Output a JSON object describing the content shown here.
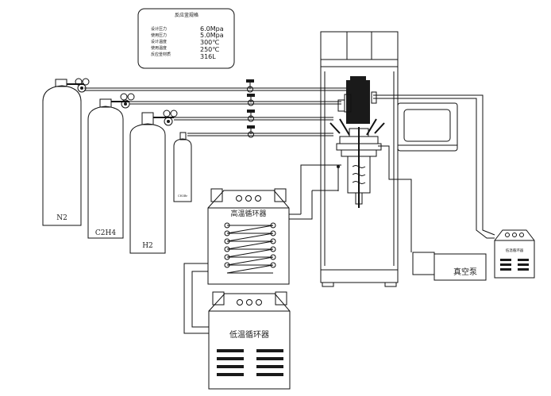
{
  "specs": {
    "title": "反应釜规格",
    "rows": [
      {
        "label": "设计压力",
        "value": "6.0Mpa"
      },
      {
        "label": "使用压力",
        "value": "5.0Mpa"
      },
      {
        "label": "设计温度",
        "value": "300℃"
      },
      {
        "label": "使用温度",
        "value": "250℃"
      },
      {
        "label": "反应釜材质",
        "value": "316L"
      }
    ]
  },
  "cylinders": [
    {
      "label": "N2"
    },
    {
      "label": "C2H4"
    },
    {
      "label": "H2"
    },
    {
      "label": "CH3Br"
    }
  ],
  "units": {
    "high_temp_circulator": "高温循环器",
    "low_temp_circulator": "低温循环器",
    "vacuum_pump": "真空泵",
    "small_circulator": "低温循环器"
  }
}
